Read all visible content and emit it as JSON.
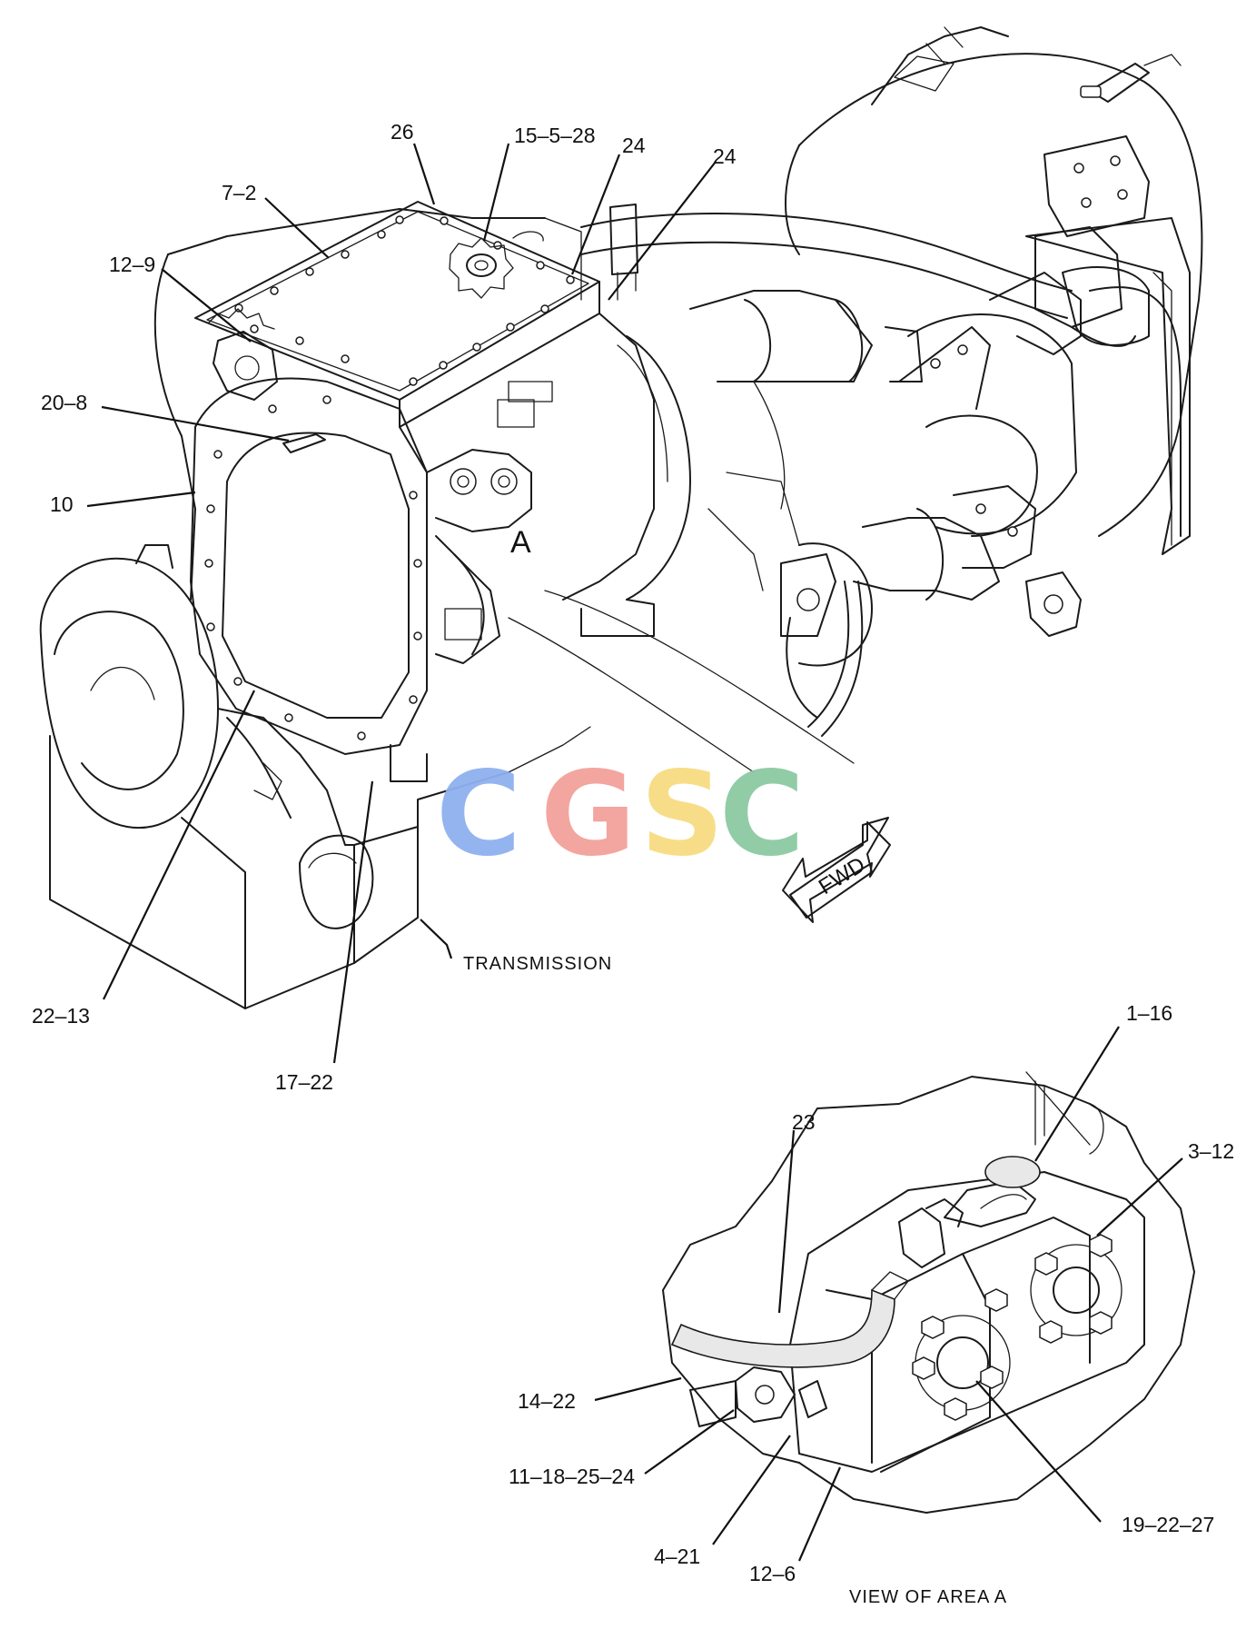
{
  "diagram": {
    "callouts": [
      {
        "id": "c-26",
        "label": "26"
      },
      {
        "id": "c-15-5-28",
        "label": "15–5–28"
      },
      {
        "id": "c-24a",
        "label": "24"
      },
      {
        "id": "c-24b",
        "label": "24"
      },
      {
        "id": "c-7-2",
        "label": "7–2"
      },
      {
        "id": "c-12-9",
        "label": "12–9"
      },
      {
        "id": "c-20-8",
        "label": "20–8"
      },
      {
        "id": "c-10",
        "label": "10"
      },
      {
        "id": "c-22-13",
        "label": "22–13"
      },
      {
        "id": "c-17-22",
        "label": "17–22"
      },
      {
        "id": "c-1-16",
        "label": "1–16"
      },
      {
        "id": "c-23",
        "label": "23"
      },
      {
        "id": "c-3-12",
        "label": "3–12"
      },
      {
        "id": "c-14-22",
        "label": "14–22"
      },
      {
        "id": "c-11-18-25-24",
        "label": "11–18–25–24"
      },
      {
        "id": "c-4-21",
        "label": "4–21"
      },
      {
        "id": "c-12-6",
        "label": "12–6"
      },
      {
        "id": "c-19-22-27",
        "label": "19–22–27"
      }
    ],
    "area_marker": "A",
    "transmission_label": "TRANSMISSION",
    "view_caption": "VIEW OF AREA  A",
    "fwd_label": "FWD",
    "watermark": {
      "letters": [
        "C",
        "G",
        "S",
        "C"
      ],
      "colors": [
        "#8fb0f0",
        "#f3a19a",
        "#f8dc82",
        "#8ccaa3"
      ]
    }
  }
}
